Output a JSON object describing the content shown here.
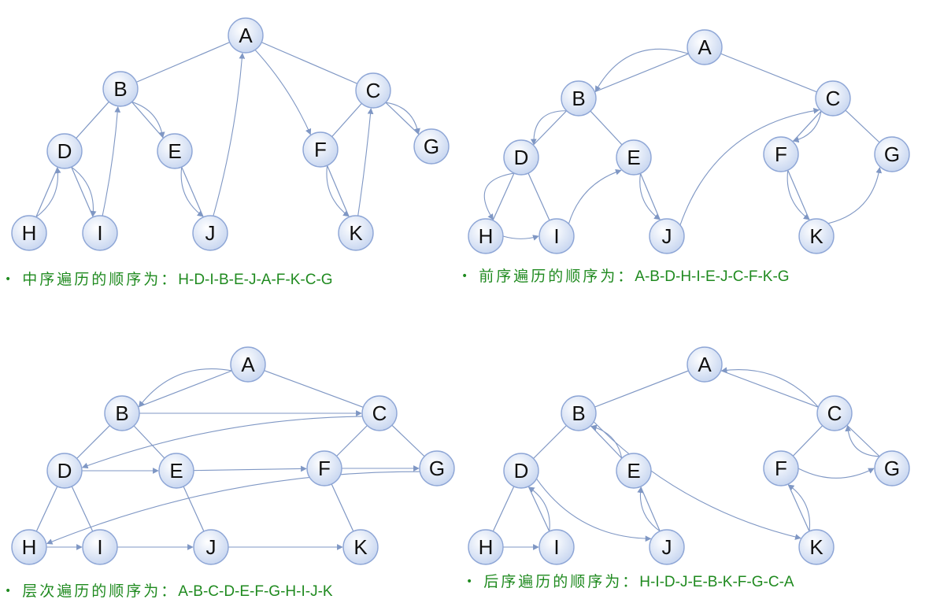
{
  "colors": {
    "edge": "#7f97c4",
    "node_stroke": "#8ea6d6",
    "node_fill_center": "#ffffff",
    "node_fill_edge": "#c6d5f0",
    "caption": "#1f8a1f"
  },
  "panels": [
    {
      "id": "inorder",
      "caption": {
        "bullet": "•",
        "label": "中序遍历的顺序为：",
        "sequence": "H-D-I-B-E-J-A-F-K-C-G"
      },
      "tree_edges": [
        [
          "A",
          "B"
        ],
        [
          "A",
          "C"
        ],
        [
          "B",
          "D"
        ],
        [
          "B",
          "E"
        ],
        [
          "D",
          "H"
        ],
        [
          "D",
          "I"
        ],
        [
          "E",
          "J"
        ],
        [
          "C",
          "F"
        ],
        [
          "C",
          "G"
        ],
        [
          "F",
          "K"
        ]
      ],
      "visit_order": [
        "H",
        "D",
        "I",
        "B",
        "E",
        "J",
        "A",
        "F",
        "K",
        "C",
        "G"
      ]
    },
    {
      "id": "preorder",
      "caption": {
        "bullet": "•",
        "label": "前序遍历的顺序为：",
        "sequence": "A-B-D-H-I-E-J-C-F-K-G"
      },
      "tree_edges": [
        [
          "A",
          "B"
        ],
        [
          "A",
          "C"
        ],
        [
          "B",
          "D"
        ],
        [
          "B",
          "E"
        ],
        [
          "D",
          "H"
        ],
        [
          "D",
          "I"
        ],
        [
          "E",
          "J"
        ],
        [
          "C",
          "F"
        ],
        [
          "C",
          "G"
        ],
        [
          "F",
          "K"
        ]
      ],
      "visit_order": [
        "A",
        "B",
        "D",
        "H",
        "I",
        "E",
        "J",
        "C",
        "F",
        "K",
        "G"
      ]
    },
    {
      "id": "levelorder",
      "caption": {
        "bullet": "•",
        "label": "层次遍历的顺序为：",
        "sequence": "A-B-C-D-E-F-G-H-I-J-K"
      },
      "tree_edges": [
        [
          "A",
          "B"
        ],
        [
          "A",
          "C"
        ],
        [
          "B",
          "D"
        ],
        [
          "B",
          "E"
        ],
        [
          "C",
          "F"
        ],
        [
          "C",
          "G"
        ],
        [
          "D",
          "H"
        ],
        [
          "D",
          "I"
        ],
        [
          "E",
          "J"
        ],
        [
          "F",
          "K"
        ]
      ],
      "visit_order": [
        "A",
        "B",
        "C",
        "D",
        "E",
        "F",
        "G",
        "H",
        "I",
        "J",
        "K"
      ]
    },
    {
      "id": "postorder",
      "caption": {
        "bullet": "•",
        "label": "后序遍历的顺序为：",
        "sequence": "H-I-D-J-E-B-K-F-G-C-A"
      },
      "tree_edges": [
        [
          "A",
          "B"
        ],
        [
          "A",
          "C"
        ],
        [
          "B",
          "D"
        ],
        [
          "B",
          "E"
        ],
        [
          "D",
          "H"
        ],
        [
          "D",
          "I"
        ],
        [
          "E",
          "J"
        ],
        [
          "C",
          "F"
        ],
        [
          "C",
          "G"
        ],
        [
          "F",
          "K"
        ]
      ],
      "visit_order": [
        "H",
        "I",
        "D",
        "J",
        "E",
        "B",
        "K",
        "F",
        "G",
        "C",
        "A"
      ]
    }
  ]
}
